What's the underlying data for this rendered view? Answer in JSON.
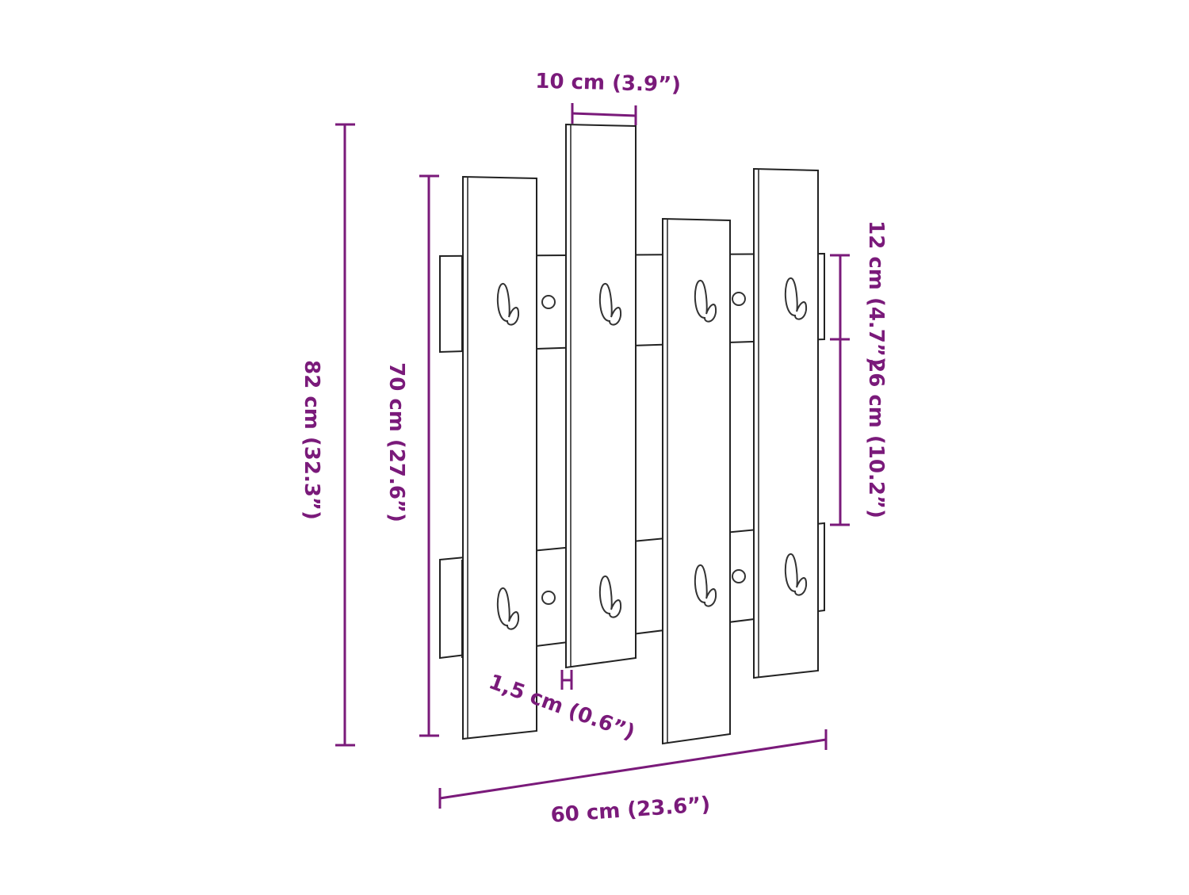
{
  "diagram": {
    "subject": "wall-mounted coat rack with four vertical planks and hooks",
    "colors": {
      "dimension": "#7a1a7a",
      "outline": "#222222",
      "background": "#ffffff"
    },
    "dimensions": {
      "total_height": "82 cm (32.3”)",
      "plank_height": "70 cm (27.6”)",
      "plank_width": "10 cm (3.9”)",
      "rail_height": "12 cm (4.7”)",
      "rail_spacing": "26 cm (10.2”)",
      "thickness": "1,5 cm (0.6”)",
      "total_width": "60 cm (23.6”)"
    },
    "counts": {
      "planks": 4,
      "rails": 2,
      "hooks": 8,
      "screws": 4
    }
  }
}
